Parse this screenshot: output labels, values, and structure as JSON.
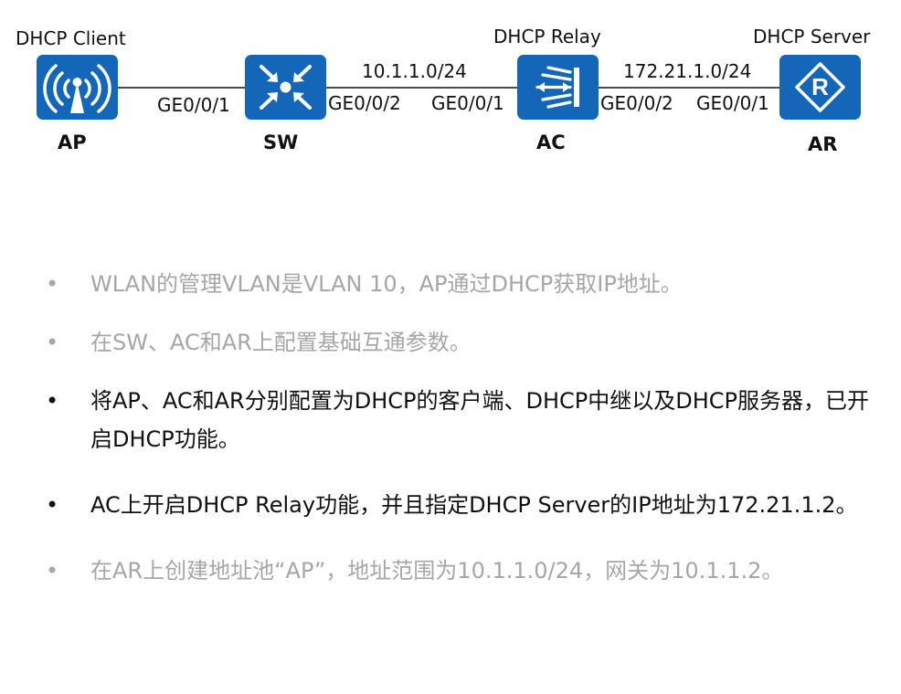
{
  "diagram": {
    "roles": {
      "client": "DHCP Client",
      "relay": "DHCP Relay",
      "server": "DHCP Server"
    },
    "devices": [
      {
        "name": "AP",
        "icon": "wireless-ap-icon"
      },
      {
        "name": "SW",
        "icon": "switch-icon"
      },
      {
        "name": "AC",
        "icon": "access-controller-icon"
      },
      {
        "name": "AR",
        "icon": "router-icon"
      }
    ],
    "subnets": {
      "sw_ac": "10.1.1.0/24",
      "ac_ar": "172.21.1.0/24"
    },
    "ports": {
      "sw_to_ap": "GE0/0/1",
      "sw_to_ac": "GE0/0/2",
      "ac_to_sw": "GE0/0/1",
      "ac_to_ar": "GE0/0/2",
      "ar_to_ac": "GE0/0/1"
    },
    "icon_color": "#1466b8"
  },
  "bullets": [
    {
      "bullet": "•",
      "text": "WLAN的管理VLAN是VLAN 10，AP通过DHCP获取IP地址。",
      "muted": true
    },
    {
      "bullet": "•",
      "text": "在SW、AC和AR上配置基础互通参数。",
      "muted": true
    },
    {
      "bullet": "•",
      "text": "将AP、AC和AR分别配置为DHCP的客户端、DHCP中继以及DHCP服务器，已开启DHCP功能。",
      "muted": false
    },
    {
      "bullet": "•",
      "text": "AC上开启DHCP Relay功能，并且指定DHCP Server的IP地址为172.21.1.2。",
      "muted": false
    },
    {
      "bullet": "•",
      "text": "在AR上创建地址池“AP”，地址范围为10.1.1.0/24，网关为10.1.1.2。",
      "muted": true
    }
  ],
  "colors": {
    "muted_text": "#a6a6a6",
    "dark_text": "#111111"
  }
}
